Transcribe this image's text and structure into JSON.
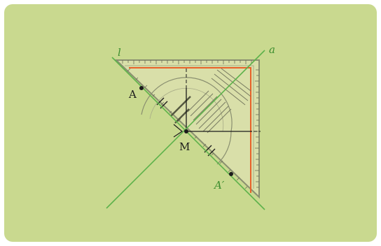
{
  "labels": {
    "line_l": "l",
    "line_a": "a",
    "point_A": "A",
    "point_M": "M",
    "point_A_prime": "A′"
  },
  "colors": {
    "panel_bg": "#c9d98f",
    "triangle_fill": "#d9dfa9",
    "triangle_edge": "#8a8f70",
    "axis_green": "#5db24b",
    "accent_orange": "#e8622a",
    "ink": "#1b1b1b",
    "label_green": "#3d8e2f"
  }
}
